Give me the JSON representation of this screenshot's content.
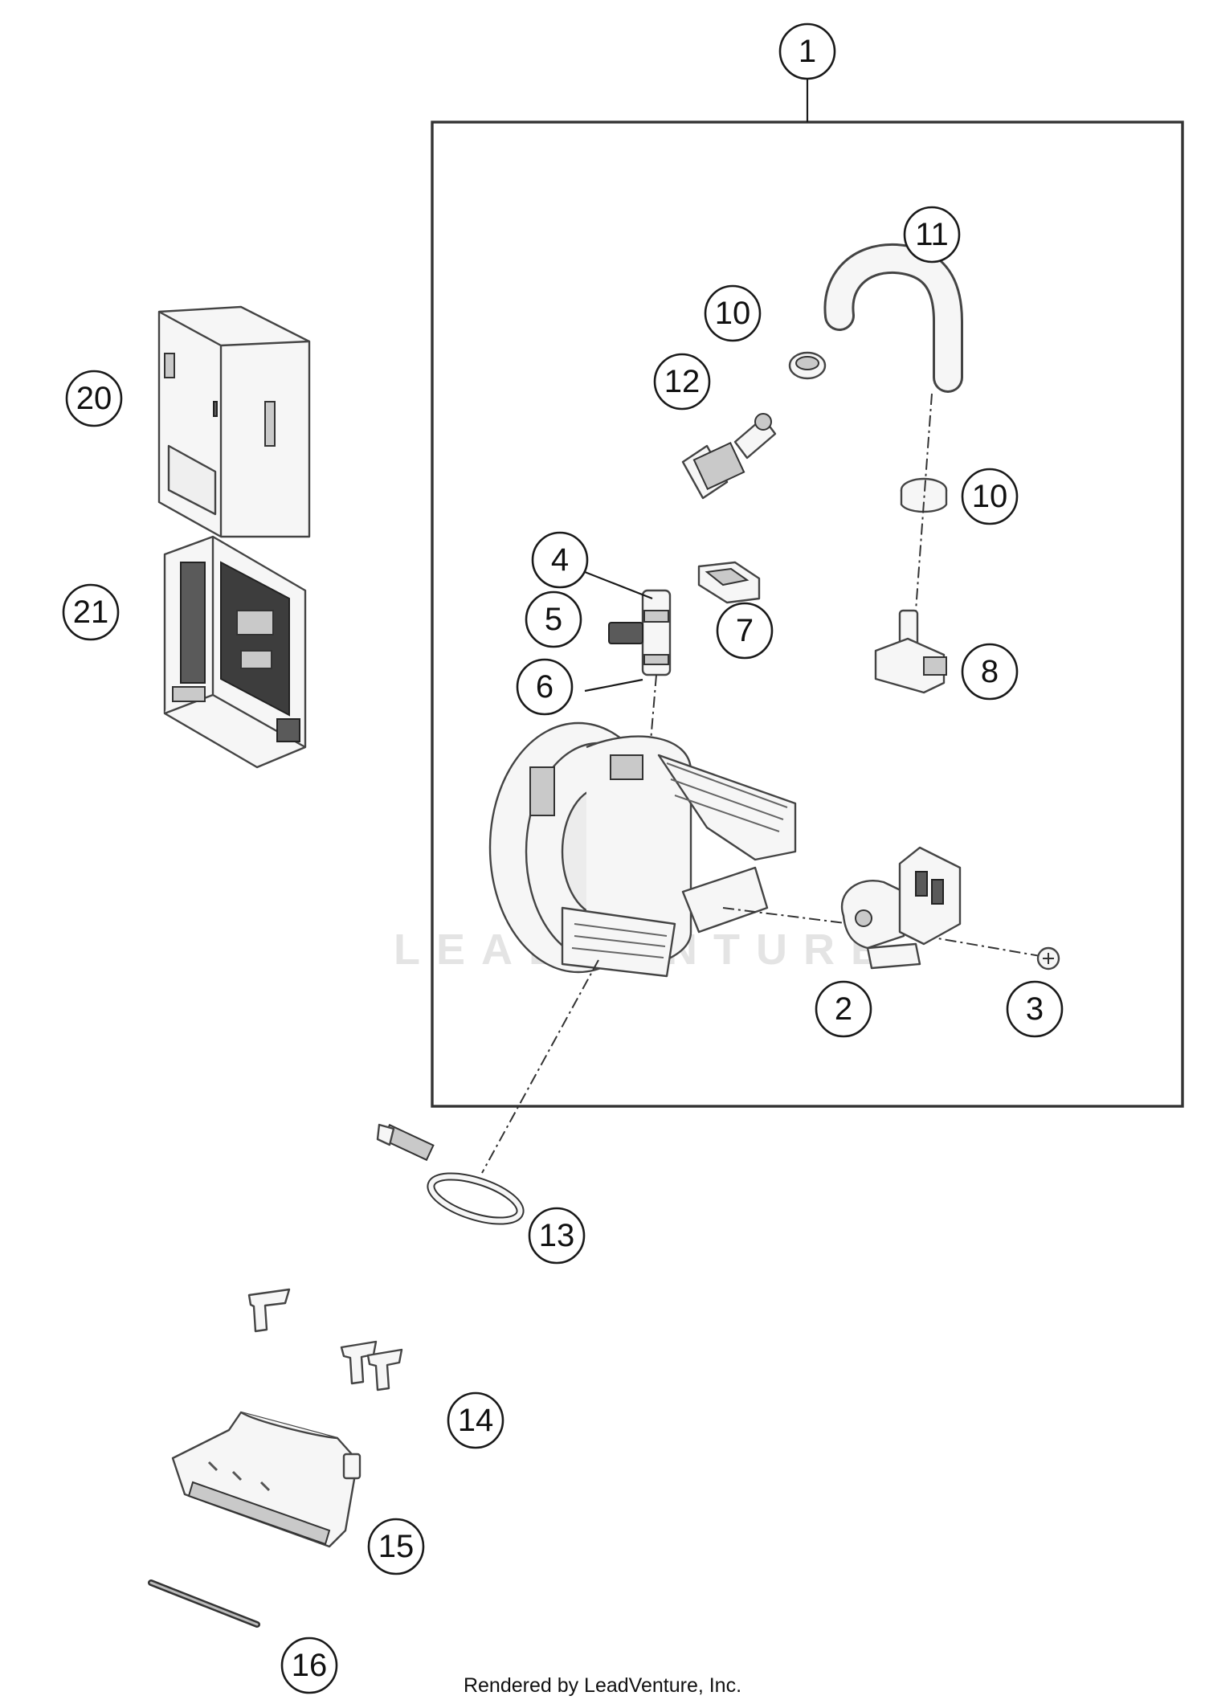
{
  "diagram": {
    "callouts": [
      {
        "id": "c1",
        "label": "1"
      },
      {
        "id": "c2",
        "label": "2"
      },
      {
        "id": "c3",
        "label": "3"
      },
      {
        "id": "c4",
        "label": "4"
      },
      {
        "id": "c5",
        "label": "5"
      },
      {
        "id": "c6",
        "label": "6"
      },
      {
        "id": "c7",
        "label": "7"
      },
      {
        "id": "c8",
        "label": "8"
      },
      {
        "id": "c10a",
        "label": "10"
      },
      {
        "id": "c10b",
        "label": "10"
      },
      {
        "id": "c11",
        "label": "11"
      },
      {
        "id": "c12",
        "label": "12"
      },
      {
        "id": "c13",
        "label": "13"
      },
      {
        "id": "c14",
        "label": "14"
      },
      {
        "id": "c15",
        "label": "15"
      },
      {
        "id": "c16",
        "label": "16"
      },
      {
        "id": "c20",
        "label": "20"
      },
      {
        "id": "c21",
        "label": "21"
      }
    ],
    "watermark": "LEADVENTURE",
    "credit": "Rendered by LeadVenture, Inc."
  }
}
